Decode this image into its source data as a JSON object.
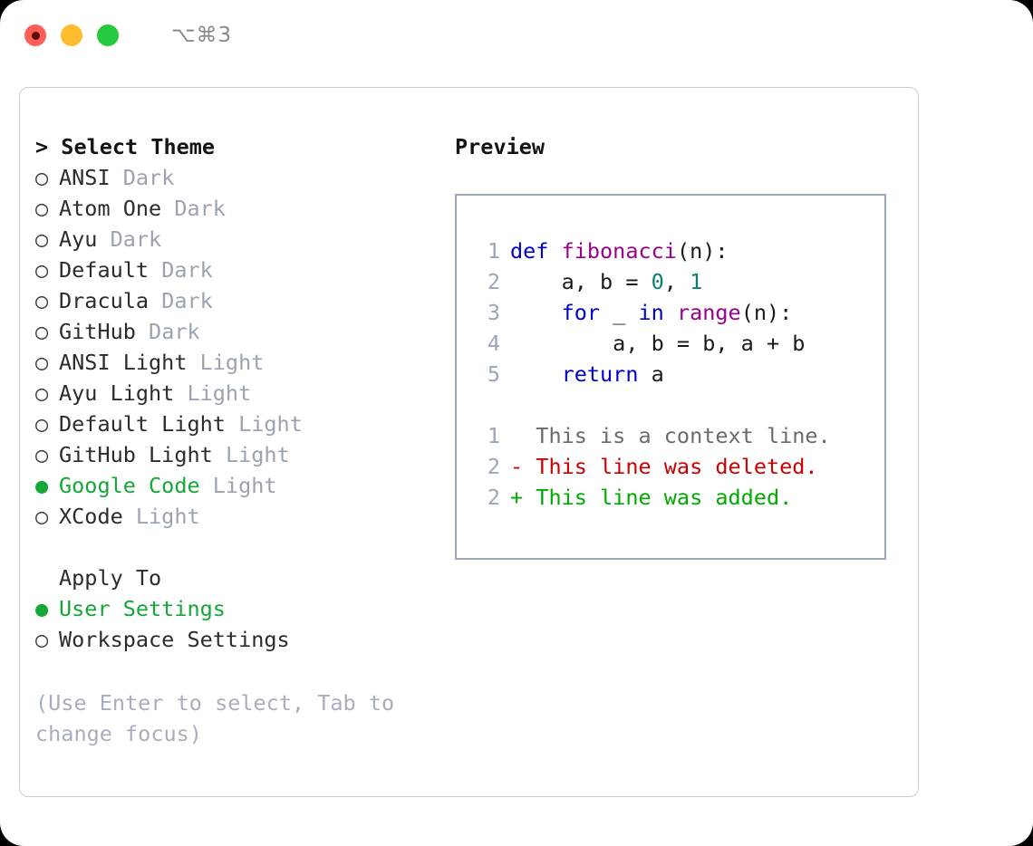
{
  "titlebar": {
    "shortcut": "⌥⌘3",
    "buttons": [
      {
        "name": "close",
        "color": "#ff5f56"
      },
      {
        "name": "minimize",
        "color": "#ffbd2e"
      },
      {
        "name": "maximize",
        "color": "#27c93f"
      }
    ]
  },
  "theme_picker": {
    "heading_prefix": "> ",
    "heading": "Select Theme",
    "selected_bullet": "●",
    "unselected_bullet": "○",
    "items": [
      {
        "name": "ANSI",
        "tag": "Dark",
        "selected": false
      },
      {
        "name": "Atom One",
        "tag": "Dark",
        "selected": false
      },
      {
        "name": "Ayu",
        "tag": "Dark",
        "selected": false
      },
      {
        "name": "Default",
        "tag": "Dark",
        "selected": false
      },
      {
        "name": "Dracula",
        "tag": "Dark",
        "selected": false
      },
      {
        "name": "GitHub",
        "tag": "Dark",
        "selected": false
      },
      {
        "name": "ANSI Light",
        "tag": "Light",
        "selected": false
      },
      {
        "name": "Ayu Light",
        "tag": "Light",
        "selected": false
      },
      {
        "name": "Default Light",
        "tag": "Light",
        "selected": false
      },
      {
        "name": "GitHub Light",
        "tag": "Light",
        "selected": false
      },
      {
        "name": "Google Code",
        "tag": "Light",
        "selected": true
      },
      {
        "name": "XCode",
        "tag": "Light",
        "selected": false
      }
    ]
  },
  "apply_to": {
    "heading": "Apply To",
    "items": [
      {
        "name": "User Settings",
        "selected": true
      },
      {
        "name": "Workspace Settings",
        "selected": false
      }
    ]
  },
  "help_text": "(Use Enter to select, Tab to\nchange focus)",
  "preview": {
    "title": "Preview",
    "code_lines": [
      {
        "num": "1",
        "tokens": [
          {
            "t": "def ",
            "c": "kw"
          },
          {
            "t": "fibonacci",
            "c": "fn"
          },
          {
            "t": "(n):",
            "c": "plain"
          }
        ]
      },
      {
        "num": "2",
        "tokens": [
          {
            "t": "    a, b = ",
            "c": "plain"
          },
          {
            "t": "0",
            "c": "num"
          },
          {
            "t": ", ",
            "c": "plain"
          },
          {
            "t": "1",
            "c": "num"
          }
        ]
      },
      {
        "num": "3",
        "tokens": [
          {
            "t": "    ",
            "c": "plain"
          },
          {
            "t": "for",
            "c": "kw"
          },
          {
            "t": " _ ",
            "c": "plain"
          },
          {
            "t": "in",
            "c": "kw"
          },
          {
            "t": " ",
            "c": "plain"
          },
          {
            "t": "range",
            "c": "fn"
          },
          {
            "t": "(n):",
            "c": "plain"
          }
        ]
      },
      {
        "num": "4",
        "tokens": [
          {
            "t": "        a, b = b, a + b",
            "c": "plain"
          }
        ]
      },
      {
        "num": "5",
        "tokens": [
          {
            "t": "    ",
            "c": "plain"
          },
          {
            "t": "return",
            "c": "kw"
          },
          {
            "t": " a",
            "c": "plain"
          }
        ]
      }
    ],
    "diff_lines": [
      {
        "num": "1",
        "marker": "  ",
        "text": "This is a context line.",
        "kind": "diff-ctx"
      },
      {
        "num": "2",
        "marker": "- ",
        "text": "This line was deleted.",
        "kind": "diff-del"
      },
      {
        "num": "2",
        "marker": "+ ",
        "text": "This line was added.",
        "kind": "diff-add"
      }
    ]
  },
  "colors": {
    "accent_green": "#16a637",
    "tag_gray": "#9aa3b2",
    "panel_border": "#9aa5b8",
    "card_border": "#c8ccd4",
    "keyword_blue": "#0000cc",
    "function_purple": "#99008c",
    "number_teal": "#0b7d74",
    "diff_delete_red": "#cc0000",
    "diff_add_green": "#00aa00"
  }
}
